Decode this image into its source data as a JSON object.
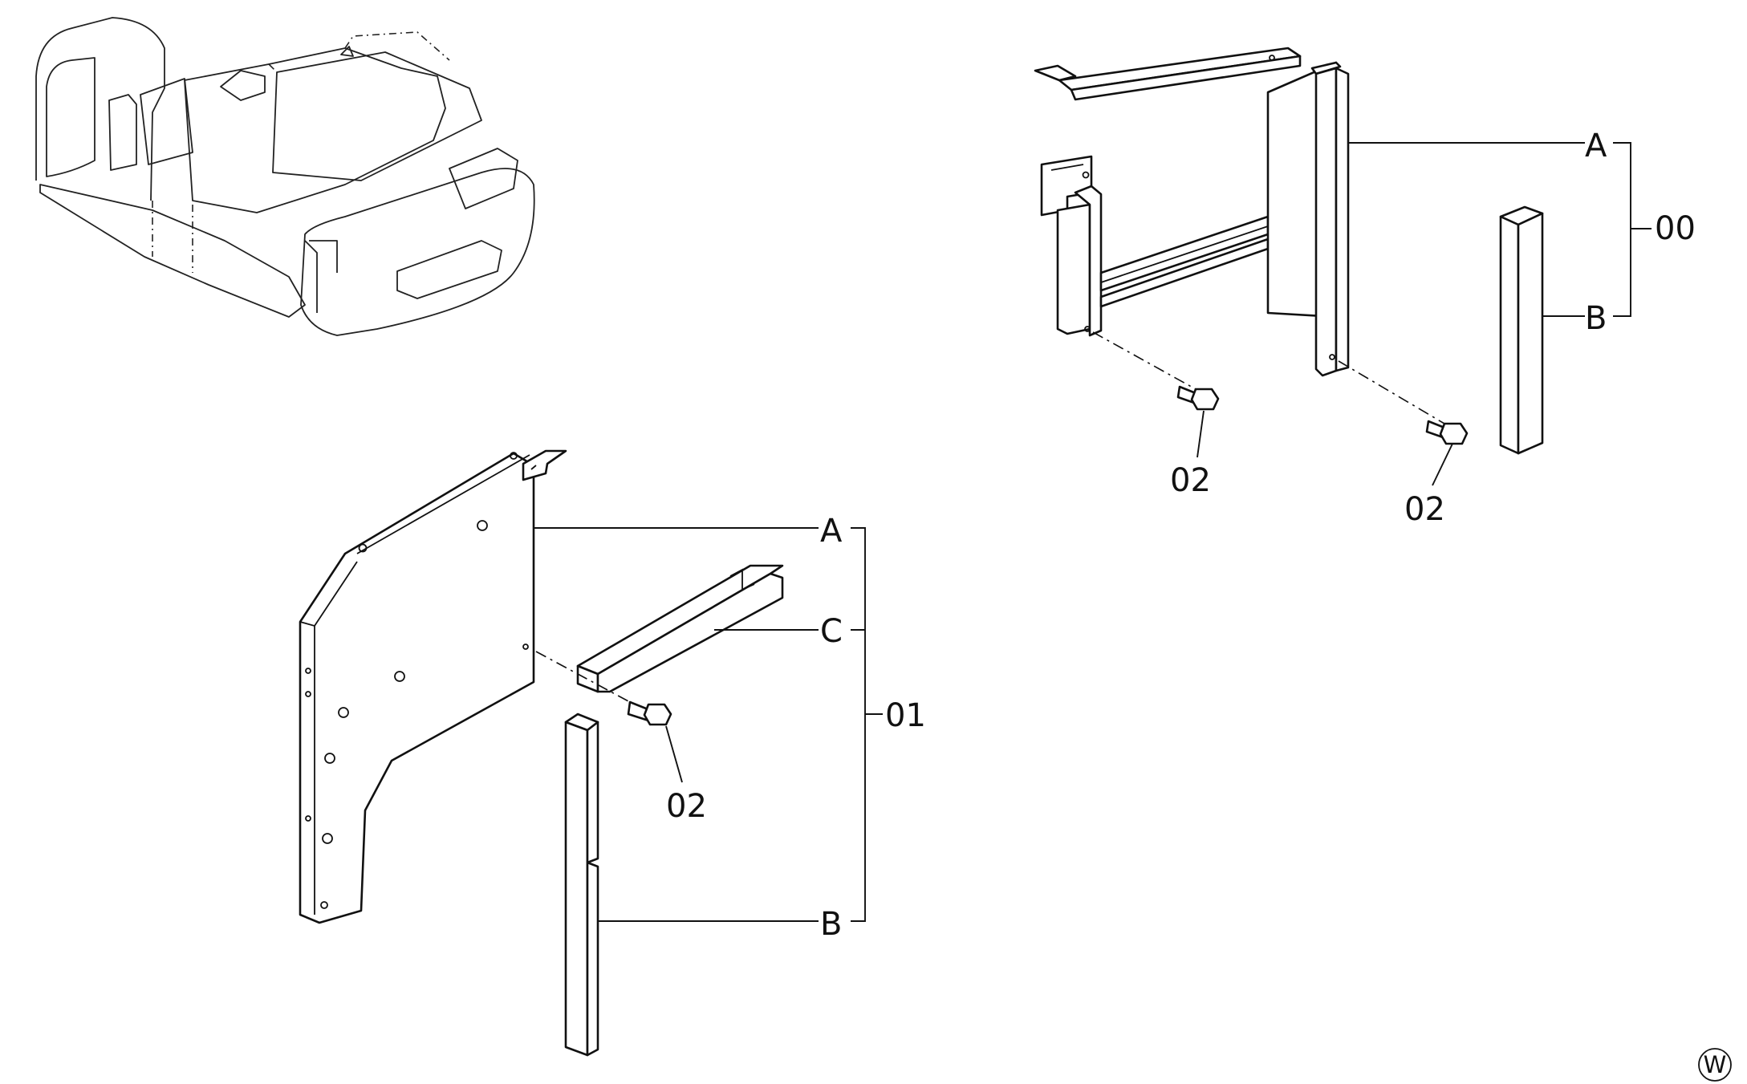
{
  "callouts": {
    "top_right": {
      "a": "A",
      "b": "B",
      "assembly": "00",
      "bolt_left": "02",
      "bolt_right": "02"
    },
    "bottom_left": {
      "a": "A",
      "c": "C",
      "b": "B",
      "assembly": "01",
      "bolt": "02"
    }
  },
  "view_marker": "W"
}
